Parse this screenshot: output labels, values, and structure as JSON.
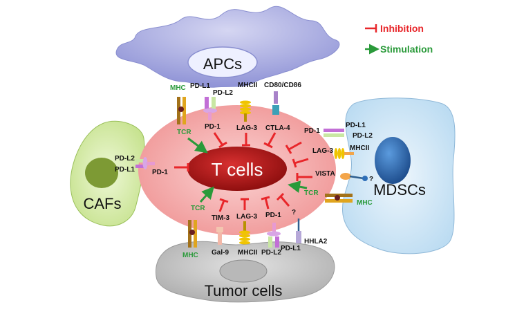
{
  "cells": {
    "apc": "APCs",
    "tcell": "T cells",
    "mdsc": "MDSCs",
    "caf": "CAFs",
    "tumor": "Tumor cells"
  },
  "legend": {
    "inhibition": "Inhibition",
    "stimulation": "Stimulation",
    "inhibition_color": "#e8262a",
    "stimulation_color": "#2a9a3a"
  },
  "apc_labels": {
    "mhc": "MHC",
    "pdl1": "PD-L1",
    "pdl2": "PD-L2",
    "mhcii": "MHCII",
    "cd80": "CD80/CD86",
    "tcr": "TCR",
    "pd1": "PD-1",
    "lag3": "LAG-3",
    "ctla4": "CTLA-4"
  },
  "mdsc_labels": {
    "pd1": "PD-1",
    "pdl1": "PD-L1",
    "pdl2": "PD-L2",
    "lag3": "LAG-3",
    "mhcii": "MHCII",
    "vista": "VISTA",
    "question": "?",
    "tcr": "TCR",
    "mhc": "MHC"
  },
  "caf_labels": {
    "pdl2": "PD-L2",
    "pdl1": "PD-L1",
    "pd1": "PD-1"
  },
  "tumor_labels": {
    "tcr": "TCR",
    "tim3": "TIM-3",
    "lag3": "LAG-3",
    "pd1": "PD-1",
    "question": "?",
    "mhc": "MHC",
    "gal9": "Gal-9",
    "mhcii": "MHCII",
    "pdl2": "PD-L2",
    "pdl1": "PD-L1",
    "hhla2": "HHLA2"
  },
  "colors": {
    "apc": "#b7b9e6",
    "tcell_halo": "#f6b6b6",
    "tcell_core": "#b01818",
    "mdsc": "#d6e9f6",
    "mdsc_nucleus": "#2f6fb8",
    "caf": "#d9efb0",
    "caf_nucleus": "#7a9a32",
    "tumor": "#c9c9c9"
  }
}
